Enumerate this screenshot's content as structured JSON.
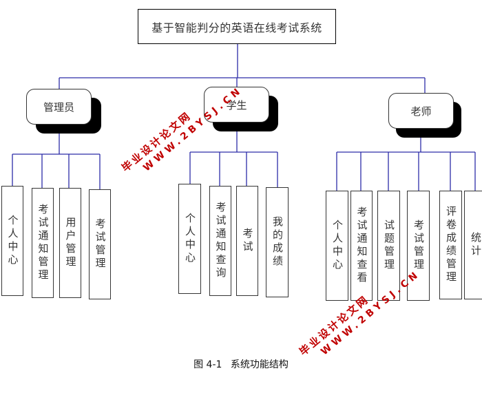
{
  "diagram": {
    "root": {
      "label": "基于智能判分的英语在线考试系统"
    },
    "roles": [
      {
        "label": "管理员",
        "functions": [
          "个人中心",
          "考试通知管理",
          "用户管理",
          "考试管理"
        ]
      },
      {
        "label": "学生",
        "functions": [
          "个人中心",
          "考试通知查询",
          "考试",
          "我的成绩"
        ]
      },
      {
        "label": "老师",
        "functions": [
          "个人中心",
          "考试通知查看",
          "试题管理",
          "考试管理",
          "评卷成绩管理",
          "统计"
        ]
      }
    ],
    "caption": {
      "figure": "图 4-1",
      "title": "系统功能结构"
    }
  },
  "watermarks": [
    {
      "site_name": "毕业设计论文网",
      "url": "WWW.2BYSJ.CN"
    },
    {
      "site_name": "毕业设计论文网",
      "url": "WWW.2BYSJ.CN"
    }
  ],
  "colors": {
    "connector": "#2b2ba8",
    "box_border": "#333333",
    "shadow": "#000000",
    "watermark": "#c00000"
  }
}
